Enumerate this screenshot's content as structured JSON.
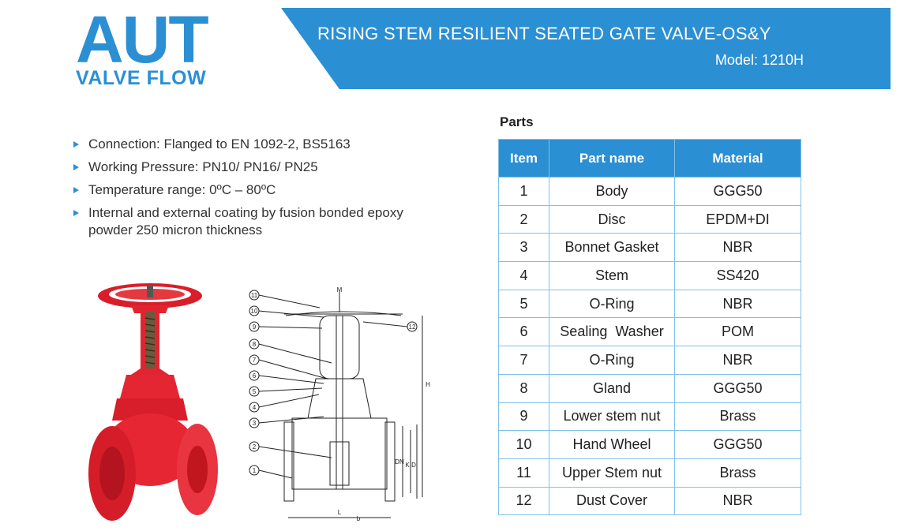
{
  "logo": {
    "big": "AUT",
    "small": "VALVE FLOW"
  },
  "header": {
    "title": "RISING STEM RESILIENT SEATED GATE VALVE-OS&Y",
    "model": "Model: 1210H",
    "color": "#2b8fd4"
  },
  "features": [
    "Connection: Flanged to EN 1092-2, BS5163",
    "Working Pressure: PN10/ PN16/ PN25",
    "Temperature range: 0ºC – 80ºC",
    "Internal and external coating by fusion bonded epoxy powder 250 micron thickness"
  ],
  "drawing": {
    "callouts": [
      "11",
      "10",
      "9",
      "8",
      "7",
      "6",
      "5",
      "4",
      "3",
      "2",
      "1",
      "12"
    ],
    "dims": [
      "M",
      "H",
      "DN",
      "K",
      "D",
      "L",
      "b"
    ]
  },
  "parts": {
    "heading": "Parts",
    "headers": [
      "Item",
      "Part name",
      "Material"
    ],
    "rows": [
      [
        "1",
        "Body",
        "GGG50"
      ],
      [
        "2",
        "Disc",
        "EPDM+DI"
      ],
      [
        "3",
        "Bonnet Gasket",
        "NBR"
      ],
      [
        "4",
        "Stem",
        "SS420"
      ],
      [
        "5",
        "O-Ring",
        "NBR"
      ],
      [
        "6",
        "Sealing  Washer",
        "POM"
      ],
      [
        "7",
        "O-Ring",
        "NBR"
      ],
      [
        "8",
        "Gland",
        "GGG50"
      ],
      [
        "9",
        "Lower stem nut",
        "Brass"
      ],
      [
        "10",
        "Hand Wheel",
        "GGG50"
      ],
      [
        "11",
        "Upper Stem nut",
        "Brass"
      ],
      [
        "12",
        "Dust Cover",
        "NBR"
      ]
    ]
  }
}
